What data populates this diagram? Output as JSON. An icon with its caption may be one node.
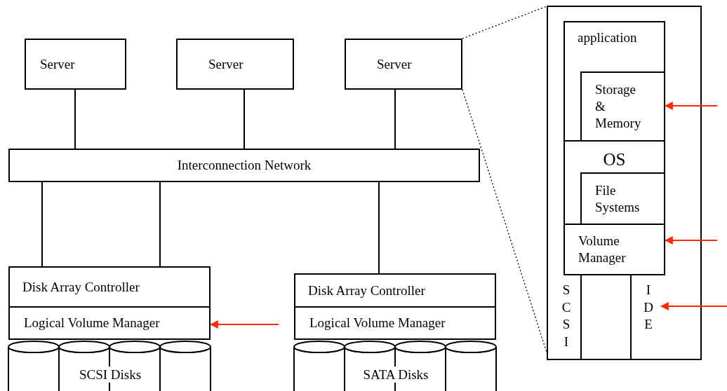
{
  "diagram": {
    "nodes": [
      {
        "text": [
          "Server"
        ]
      },
      {
        "text": [
          "Server"
        ]
      },
      {
        "text": [
          "Server"
        ]
      },
      {
        "text": [
          "Interconnection Network"
        ]
      },
      {
        "text": [
          "Disk Array Controller"
        ]
      },
      {
        "text": [
          "Logical Volume Manager"
        ]
      },
      {
        "text": [
          "Disk Array Controller"
        ]
      },
      {
        "text": [
          "Logical Volume Manager"
        ]
      },
      {
        "text": [
          "SCSI Disks"
        ]
      },
      {
        "text": [
          "SATA Disks"
        ]
      },
      {
        "text": [],
        "shape": "box"
      },
      {
        "text": [
          "application"
        ],
        "in": 10
      },
      {
        "text": [
          "Storage & Memory"
        ],
        "in": 11
      },
      {
        "text": [
          "OS"
        ],
        "in": 10
      },
      {
        "text": [
          "File Systems"
        ],
        "in": 13
      },
      {
        "text": [
          "Volume Manager"
        ],
        "in": 10
      },
      {
        "text": [
          "SCSI"
        ],
        "in": 10
      },
      {
        "text": [
          "IDE"
        ],
        "in": 10
      }
    ],
    "edges": [
      {
        "from": 0,
        "to": 3,
        "arrow": "none"
      },
      {
        "from": 1,
        "to": 3,
        "arrow": "none"
      },
      {
        "from": 2,
        "to": 3,
        "arrow": "none"
      },
      {
        "from": 3,
        "to": 4,
        "arrow": "none"
      },
      {
        "from": 3,
        "to": 4,
        "arrow": "none"
      },
      {
        "from": 3,
        "to": 6,
        "arrow": "none"
      },
      {
        "from": 2,
        "to": 10,
        "arrow": "none",
        "style": "dashed"
      },
      {
        "from": 2,
        "to": 10,
        "arrow": "none",
        "style": "dashed"
      },
      {
        "from": null,
        "to": 12,
        "arrow": "to",
        "color": "#ff2a00"
      },
      {
        "from": null,
        "to": 15,
        "arrow": "to",
        "color": "#ff2a00"
      },
      {
        "from": null,
        "to": 17,
        "arrow": "to",
        "color": "#ff2a00"
      },
      {
        "from": null,
        "to": 5,
        "arrow": "to",
        "color": "#ff2a00"
      }
    ]
  }
}
